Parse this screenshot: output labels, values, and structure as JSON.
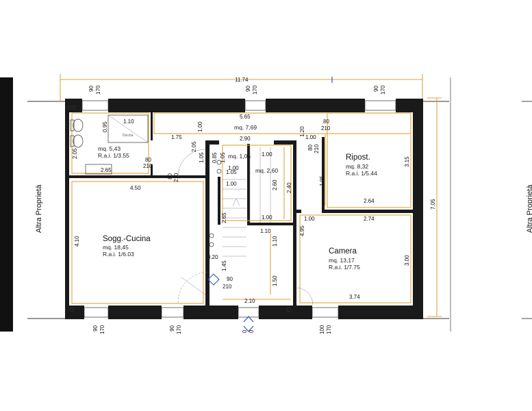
{
  "side_labels": {
    "left": "Altra Proprietà",
    "right": "Altra Proprietà"
  },
  "overall": {
    "width": "11.74",
    "height": "7.05"
  },
  "rooms": {
    "bathroom": {
      "area": "mq. 5,43",
      "rai": "R.a.i. 1/3.55",
      "shower": "Doccia"
    },
    "corridor": {
      "area": "mq. 7,69"
    },
    "stair_hall": {
      "area": "mq. 1,05"
    },
    "stairs": {
      "area": "mq. 2,60"
    },
    "storage": {
      "name": "Ripost.",
      "area": "mq. 8,32",
      "rai": "R.a.i. 1/5.44"
    },
    "living": {
      "name": "Sogg.-Cucina",
      "area": "mq. 18,45",
      "rai": "R.a.i. 1/6.03"
    },
    "bedroom": {
      "name": "Camera",
      "area": "mq. 13,17",
      "rai": "R.a.i. 1/7.75"
    }
  },
  "dims_h": {
    "corridor_w": "5.65",
    "stair_w": "2.90",
    "bath_top": "1.10",
    "hall_1_75": "1.75",
    "bath_bottom": "2.65",
    "living_w": "4.50",
    "stair_105": "1.05",
    "stair_100a": "1.00",
    "stair_100b": "1.00",
    "stair_100c": "1.00",
    "stair_100d": "1.00",
    "stair_100e": "1.00",
    "stair_110": "1.10",
    "entry_210": "2.10",
    "storage_w": "2.64",
    "bed_274": "2.74",
    "bed_100": "1.00",
    "bed_w": "3.74",
    "hall_020": "0.20"
  },
  "dims_v": {
    "bath_095": "0.95",
    "bath_205": "2.05",
    "hall_100": "1.00",
    "hall_205": "2.05",
    "hall_105": "1.05",
    "stair_085": "0.85",
    "stair_105": "1.05",
    "stair_120": "1.20",
    "stair_260": "2.60",
    "stair_240": "2.40",
    "stair_195": "1.95",
    "stair_265": "2.65",
    "stair_145": "1.45",
    "stair_110": "1.10",
    "stair_150": "1.50",
    "storage_h": "3.15",
    "bed_h": "3.00",
    "living_h": "4.10",
    "right_495": "4.95"
  },
  "windows": {
    "top_1_a": "90",
    "top_1_b": "170",
    "top_2_a": "90",
    "top_2_b": "170",
    "top_3_a": "90",
    "top_3_b": "170",
    "bot_1_a": "90",
    "bot_1_b": "170",
    "bot_2_a": "90",
    "bot_2_b": "170",
    "bot_3_a": "100",
    "bot_3_b": "170"
  },
  "doors": {
    "bath_a": "80",
    "bath_b": "210",
    "hall_a": "80",
    "hall_b": "210",
    "store_a": "80",
    "store_b": "210",
    "store2_a": "80",
    "store2_b": "210",
    "entry_a": "90",
    "entry_b": "210",
    "entry_bottom_a": "0",
    "entry_bottom_b": "0"
  }
}
